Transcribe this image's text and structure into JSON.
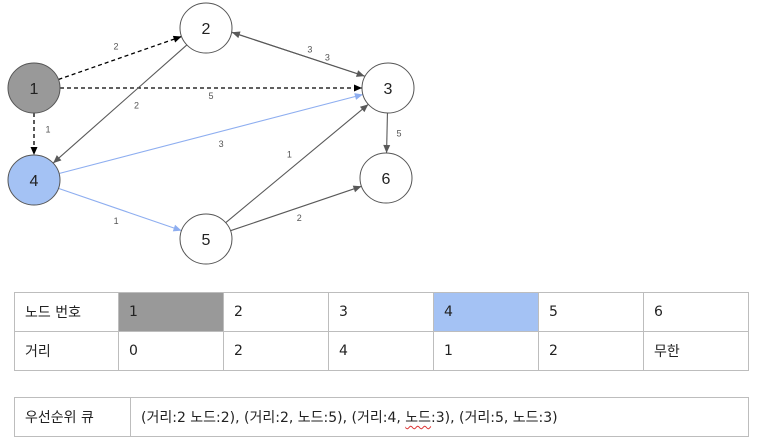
{
  "graph": {
    "nodes": [
      {
        "id": "1",
        "label": "1",
        "state": "visited",
        "fill": "#999999"
      },
      {
        "id": "2",
        "label": "2",
        "state": "default",
        "fill": "#ffffff"
      },
      {
        "id": "3",
        "label": "3",
        "state": "default",
        "fill": "#ffffff"
      },
      {
        "id": "4",
        "label": "4",
        "state": "current",
        "fill": "#a4c2f4"
      },
      {
        "id": "5",
        "label": "5",
        "state": "default",
        "fill": "#ffffff"
      },
      {
        "id": "6",
        "label": "6",
        "state": "default",
        "fill": "#ffffff"
      }
    ],
    "edges": [
      {
        "from": "1",
        "to": "2",
        "weight": "2",
        "style": "dashed",
        "color": "#000000"
      },
      {
        "from": "1",
        "to": "3",
        "weight": "5",
        "style": "dashed",
        "color": "#000000"
      },
      {
        "from": "1",
        "to": "4",
        "weight": "1",
        "style": "dashed",
        "color": "#000000"
      },
      {
        "from": "2",
        "to": "3",
        "weight": "3",
        "style": "solid",
        "color": "#595959"
      },
      {
        "from": "3",
        "to": "2",
        "weight": "3",
        "style": "solid",
        "color": "#595959"
      },
      {
        "from": "2",
        "to": "4",
        "weight": "2",
        "style": "solid",
        "color": "#595959"
      },
      {
        "from": "3",
        "to": "6",
        "weight": "5",
        "style": "solid",
        "color": "#595959"
      },
      {
        "from": "4",
        "to": "3",
        "weight": "3",
        "style": "solid",
        "color": "#8eaef0"
      },
      {
        "from": "4",
        "to": "5",
        "weight": "1",
        "style": "solid",
        "color": "#8eaef0"
      },
      {
        "from": "5",
        "to": "3",
        "weight": "1",
        "style": "solid",
        "color": "#595959"
      },
      {
        "from": "5",
        "to": "6",
        "weight": "2",
        "style": "solid",
        "color": "#595959"
      }
    ]
  },
  "distance_table": {
    "node_header": "노드 번호",
    "dist_header": "거리",
    "nodes": [
      "1",
      "2",
      "3",
      "4",
      "5",
      "6"
    ],
    "distances": [
      "0",
      "2",
      "4",
      "1",
      "2",
      "무한"
    ],
    "highlight_colors": [
      "#999999",
      null,
      null,
      "#a4c2f4",
      null,
      null
    ]
  },
  "priority_queue": {
    "label": "우선순위 큐",
    "value_before": "(거리:2 노드:2), (거리:2, 노드:5), (거리:4, ",
    "value_wavy": "노드",
    "value_after": ":3), (거리:5, 노드:3)"
  }
}
